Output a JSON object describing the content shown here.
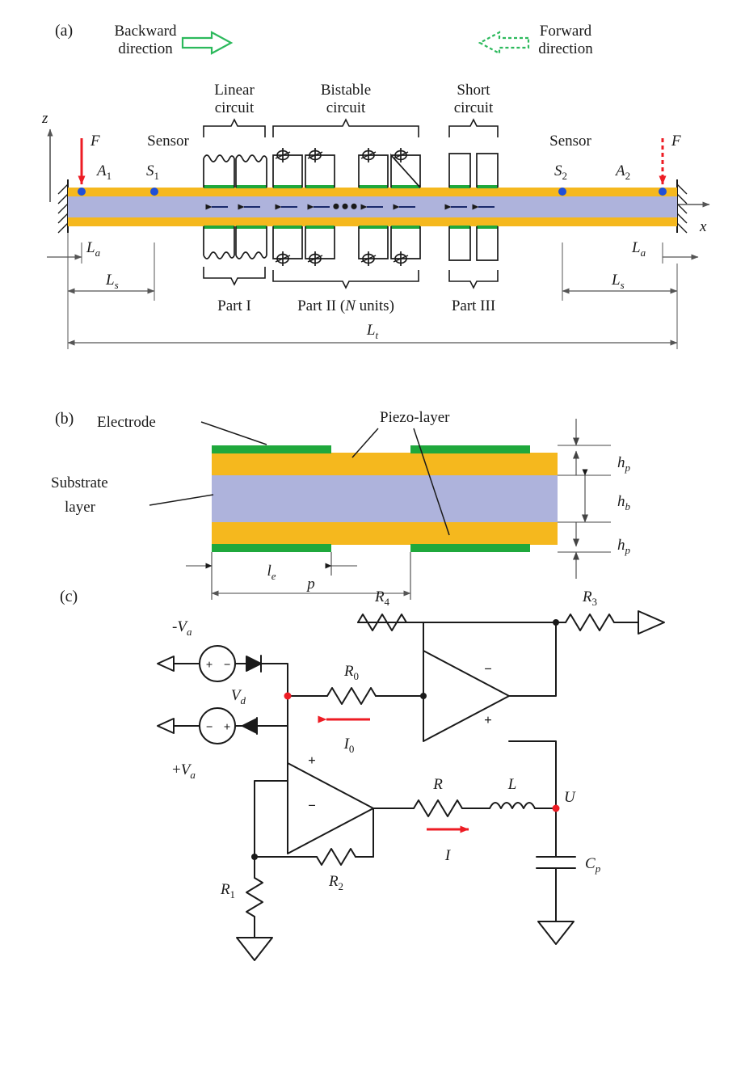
{
  "figure": {
    "panels": [
      "(a)",
      "(b)",
      "(c)"
    ]
  },
  "panel_a": {
    "label": "(a)",
    "direction_backward": {
      "line1": "Backward",
      "line2": "direction",
      "arrow": "solid-green-block-arrow-right",
      "color": "#2CB95C"
    },
    "direction_forward": {
      "line1": "Forward",
      "line2": "direction",
      "arrow": "dashed-green-block-arrow-left",
      "color": "#2CB95C"
    },
    "circuit_labels": [
      {
        "line1": "Linear",
        "line2": "circuit"
      },
      {
        "line1": "Bistable",
        "line2": "circuit"
      },
      {
        "line1": "Short",
        "line2": "circuit"
      }
    ],
    "axis_z": "z",
    "axis_x": "x",
    "force_left": {
      "symbol": "F",
      "style": "solid",
      "color": "#ED1C24"
    },
    "force_right": {
      "symbol": "F",
      "style": "dashed",
      "color": "#ED1C24"
    },
    "sensor_left_text": "Sensor",
    "sensor_right_text": "Sensor",
    "point_a1": {
      "base": "A",
      "sub": "1"
    },
    "point_a2": {
      "base": "A",
      "sub": "2"
    },
    "point_s1": {
      "base": "S",
      "sub": "1"
    },
    "point_s2": {
      "base": "S",
      "sub": "2"
    },
    "dim_la_left": {
      "base": "L",
      "sub": "a"
    },
    "dim_la_right": {
      "base": "L",
      "sub": "a"
    },
    "dim_ls_left": {
      "base": "L",
      "sub": "s"
    },
    "dim_ls_right": {
      "base": "L",
      "sub": "s"
    },
    "dim_lt": {
      "base": "L",
      "sub": "t"
    },
    "part_i": "Part I",
    "part_ii": {
      "prefix": "Part II (",
      "italic": "N",
      "suffix": " units)"
    },
    "part_iii": "Part III",
    "ellipsis": "•••",
    "colors": {
      "piezo": "#F5B81E",
      "substrate": "#AEB3DC",
      "electrode": "#1FA83C",
      "node_dot": "#1F4FD8",
      "wire": "#1a1a1a"
    }
  },
  "panel_b": {
    "label": "(b)",
    "electrode_label": "Electrode",
    "piezo_label": "Piezo-layer",
    "substrate_label": {
      "line1": "Substrate",
      "line2": "layer"
    },
    "dim_hp_top": {
      "base": "h",
      "sub": "p"
    },
    "dim_hb": {
      "base": "h",
      "sub": "b"
    },
    "dim_hp_bottom": {
      "base": "h",
      "sub": "p"
    },
    "dim_le": {
      "base": "l",
      "sub": "e"
    },
    "dim_p": {
      "base": "p",
      "sub": ""
    },
    "colors": {
      "piezo": "#F5B81E",
      "substrate": "#AEB3DC",
      "electrode": "#1FA83C"
    }
  },
  "panel_c": {
    "label": "(c)",
    "source_neg": {
      "prefix": "-",
      "base": "V",
      "sub": "a",
      "plus": "+",
      "minus": "−"
    },
    "source_pos": {
      "prefix": "+",
      "base": "V",
      "sub": "a",
      "plus": "+",
      "minus": "−"
    },
    "node_vd": {
      "base": "V",
      "sub": "d"
    },
    "node_u": {
      "base": "U",
      "sub": ""
    },
    "res_r0": {
      "base": "R",
      "sub": "0"
    },
    "res_r1": {
      "base": "R",
      "sub": "1"
    },
    "res_r2": {
      "base": "R",
      "sub": "2"
    },
    "res_r3": {
      "base": "R",
      "sub": "3"
    },
    "res_r4": {
      "base": "R",
      "sub": "4"
    },
    "res_r": {
      "base": "R",
      "sub": ""
    },
    "ind_l": {
      "base": "L",
      "sub": ""
    },
    "cap_cp": {
      "base": "C",
      "sub": "p"
    },
    "cur_i0": {
      "base": "I",
      "sub": "0",
      "color": "#ED1C24",
      "dir": "left"
    },
    "cur_i": {
      "base": "I",
      "sub": "",
      "color": "#ED1C24",
      "dir": "right"
    },
    "opamp_minus": "−",
    "opamp_plus": "+",
    "colors": {
      "wire": "#1a1a1a",
      "node_dot": "#ED1C24",
      "arrow": "#ED1C24"
    }
  }
}
